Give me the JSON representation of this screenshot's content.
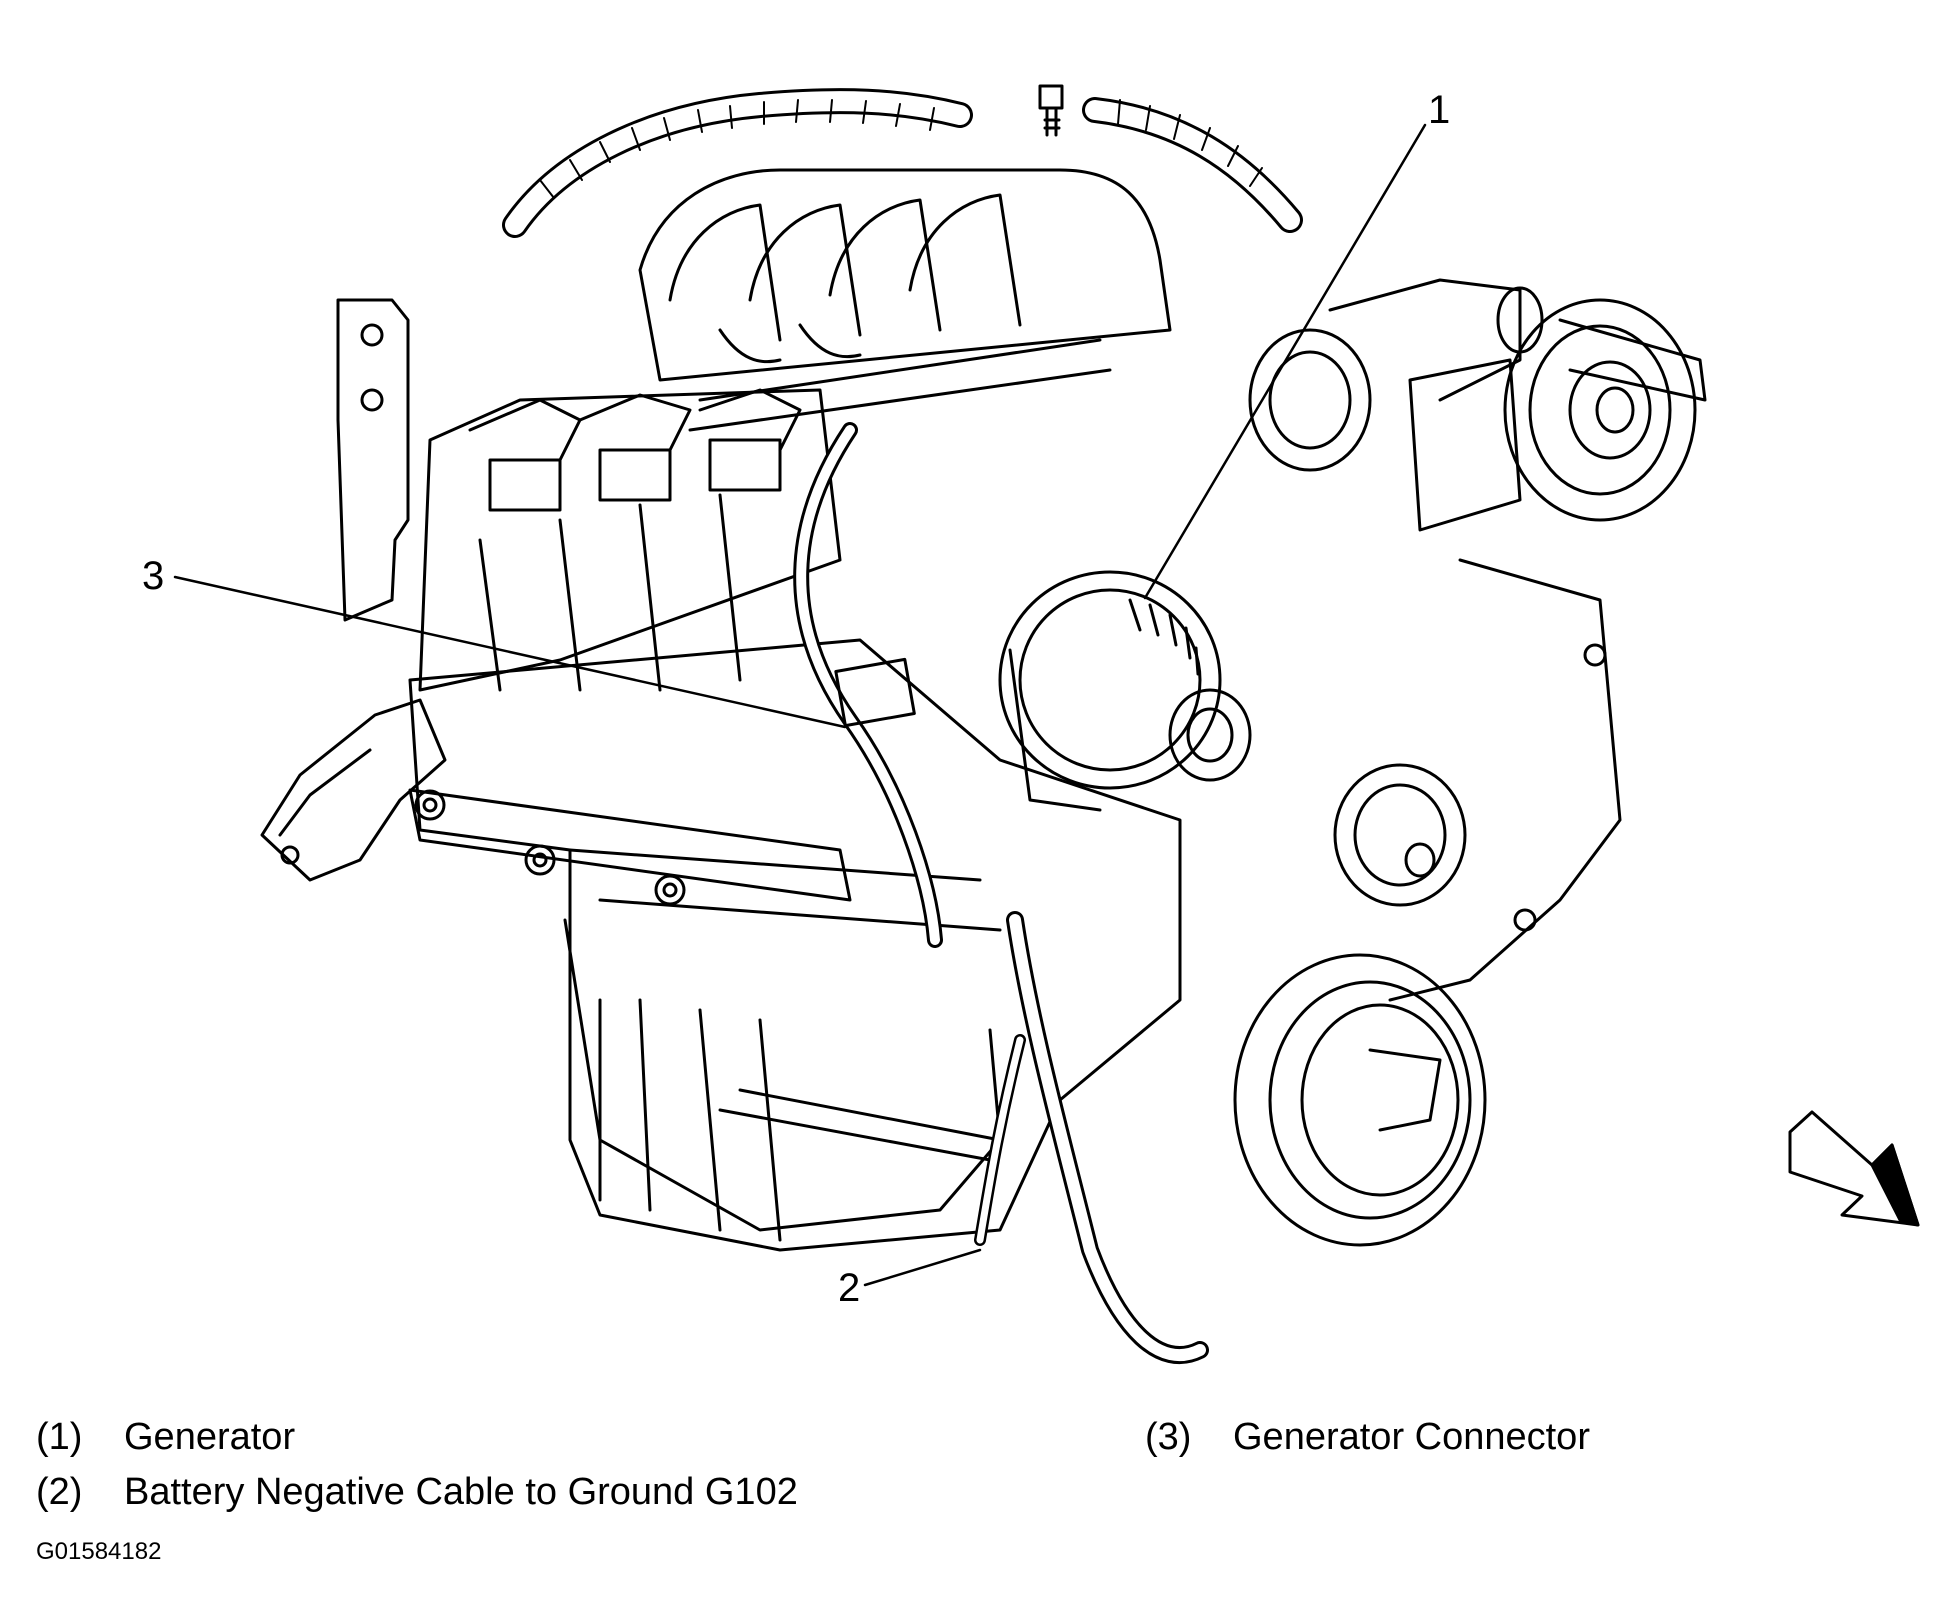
{
  "diagram": {
    "callouts": [
      {
        "id": "1",
        "text": "1"
      },
      {
        "id": "2",
        "text": "2"
      },
      {
        "id": "3",
        "text": "3"
      }
    ],
    "legend": [
      {
        "num": "(1)",
        "label": "Generator"
      },
      {
        "num": "(2)",
        "label": "Battery Negative Cable to Ground G102"
      },
      {
        "num": "(3)",
        "label": "Generator Connector"
      }
    ],
    "figure_id": "G01584182"
  },
  "colors": {
    "line": "#000000",
    "background": "#ffffff"
  },
  "icons": {
    "direction": "front-arrow-icon"
  }
}
